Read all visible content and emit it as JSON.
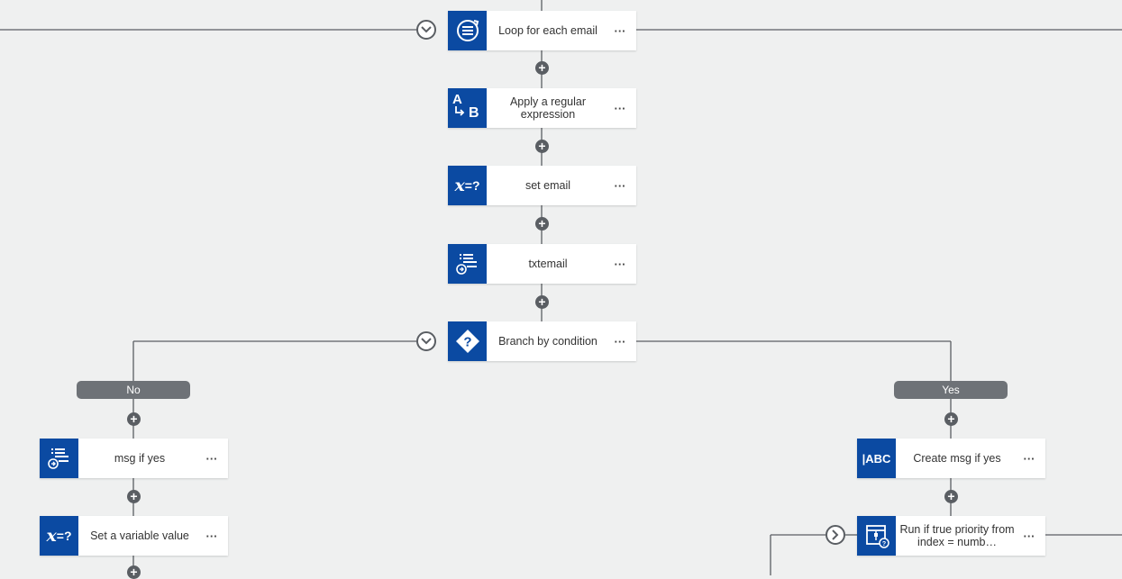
{
  "steps": {
    "loop": {
      "label": "Loop for each email",
      "icon": "loop-icon"
    },
    "regex": {
      "label": "Apply a regular expression",
      "icon": "regex-transform-icon"
    },
    "set_email": {
      "label": "set email",
      "icon": "variable-icon"
    },
    "txtemail": {
      "label": "txtemail",
      "icon": "list-output-icon"
    },
    "branch": {
      "label": "Branch by condition",
      "icon": "question-diamond-icon"
    },
    "msg_if_yes": {
      "label": "msg if yes",
      "icon": "list-output-icon"
    },
    "set_var": {
      "label": "Set a variable value",
      "icon": "variable-icon"
    },
    "create_msg": {
      "label": "Create msg if yes",
      "icon": "text-abc-icon"
    },
    "run_if_true": {
      "label": "Run if true priority from index = numb…",
      "icon": "subprocess-icon"
    }
  },
  "branches": {
    "no_label": "No",
    "yes_label": "Yes"
  },
  "icon_text": {
    "ab_a": "A",
    "ab_b": "B",
    "x_var": "x",
    "x_eq": "=?",
    "abc": "|ABC"
  },
  "more_label": "···",
  "plus_label": "+",
  "colors": {
    "brand": "#0b4aa2",
    "canvas": "#eff0f0",
    "connector": "#5a5e63",
    "pill": "#6e7277"
  }
}
